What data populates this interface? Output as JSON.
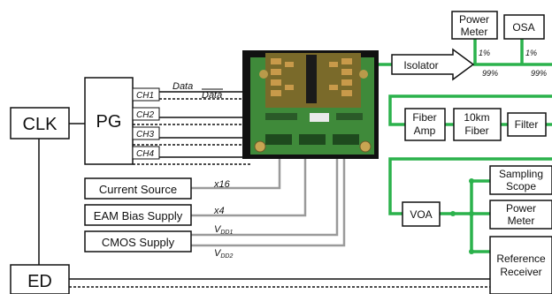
{
  "blocks": {
    "clk": "CLK",
    "pg": "PG",
    "ed": "ED",
    "current_source": "Current Source",
    "eam_bias_supply": "EAM Bias Supply",
    "cmos_supply": "CMOS Supply",
    "power_meter_top_line1": "Power",
    "power_meter_top_line2": "Meter",
    "osa": "OSA",
    "isolator": "Isolator",
    "fiber_amp_line1": "Fiber",
    "fiber_amp_line2": "Amp",
    "fiber_10km_line1": "10km",
    "fiber_10km_line2": "Fiber",
    "filter": "Filter",
    "voa": "VOA",
    "sampling_scope_line1": "Sampling",
    "sampling_scope_line2": "Scope",
    "power_meter_bottom_line1": "Power",
    "power_meter_bottom_line2": "Meter",
    "reference_receiver_line1": "Reference",
    "reference_receiver_line2": "Receiver"
  },
  "channels": [
    "CH1",
    "CH2",
    "CH3",
    "CH4"
  ],
  "signals": {
    "data": "Data",
    "data_bar": "Data"
  },
  "multiplicities": {
    "current": "x16",
    "eam": "x4"
  },
  "supplies": {
    "vdd1_main": "V",
    "vdd1_sub": "DD1",
    "vdd2_main": "V",
    "vdd2_sub": "DD2"
  },
  "taps": {
    "tap1_pct": "1%",
    "tap1_through": "99%",
    "tap2_pct": "1%",
    "tap2_through": "99%"
  },
  "colors": {
    "optical_line": "#2bb24c",
    "electrical_line": "#9a9a9a",
    "board_green": "#3f8a3a",
    "frame": "#111111"
  }
}
